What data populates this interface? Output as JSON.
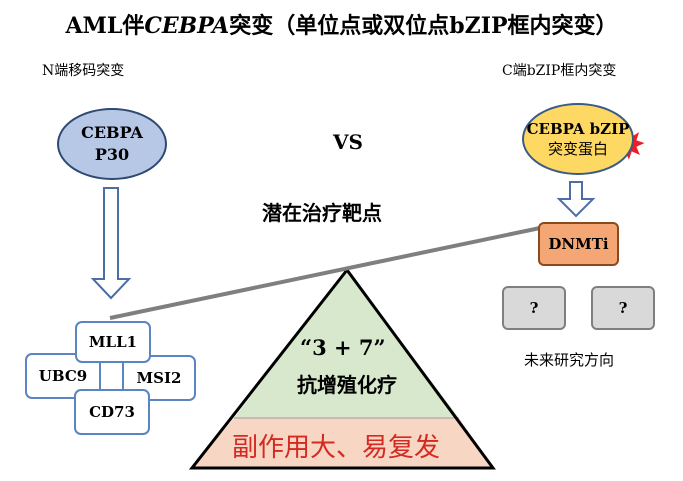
{
  "title": {
    "prefix": "AML伴",
    "gene": "CEBPA",
    "suffix": "突变（单位点或双位点bZIP框内突变）"
  },
  "left": {
    "subtitle": "N端移码突变",
    "protein_line1": "CEBPA",
    "protein_line2": "P30",
    "cluster": [
      "MLL1",
      "UBC9",
      "MSI2",
      "CD73"
    ]
  },
  "right": {
    "subtitle": "C端bZIP框内突变",
    "protein_line1": "CEBPA bZIP",
    "protein_line2": "突变蛋白",
    "drug": "DNMTi",
    "unknown": [
      "?",
      "?"
    ],
    "future_label": "未来研究方向"
  },
  "center": {
    "vs": "VS",
    "target_label": "潜在治疗靶点",
    "therapy_line1": "“3 + 7”",
    "therapy_line2": "抗增殖化疗",
    "side_effects": "副作用大、易复发"
  },
  "colors": {
    "p30_fill": "#b7c8e6",
    "bzip_fill": "#fdd863",
    "drug_fill": "#f4a774",
    "triangle_top": "#d8e8cc",
    "triangle_bottom": "#f8d6c4",
    "warning_text": "#d42a22",
    "burst": "#ee1c24"
  }
}
